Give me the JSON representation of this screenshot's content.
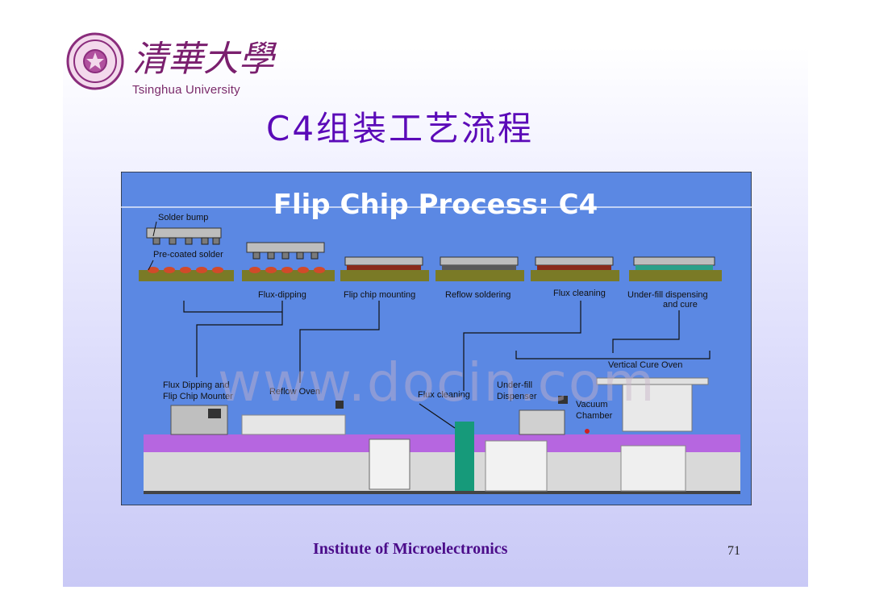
{
  "header": {
    "logo_name": "清華大學",
    "university": "Tsinghua University",
    "title": "C4组装工艺流程"
  },
  "diagram": {
    "heading": "Flip Chip Process: C4",
    "labels": {
      "solder_bump": "Solder bump",
      "precoated": "Pre-coated solder"
    },
    "steps": [
      "Flux-dipping",
      "Flip chip mounting",
      "Reflow soldering",
      "Flux cleaning",
      "Under-fill dispensing",
      "and cure"
    ],
    "machines": {
      "flux_dipping": [
        "Flux Dipping and",
        "Flip Chip Mounter"
      ],
      "reflow": "Reflow Oven",
      "flux_cleaning": "Flux cleaning",
      "underfill": [
        "Under-fill",
        "Dispenser"
      ],
      "vacuum": [
        "Vacuum",
        "Chamber"
      ],
      "cure_oven": "Vertical Cure Oven"
    }
  },
  "watermark": "www.docin.com",
  "footer": {
    "institute": "Institute of Microelectronics",
    "page": "71"
  }
}
